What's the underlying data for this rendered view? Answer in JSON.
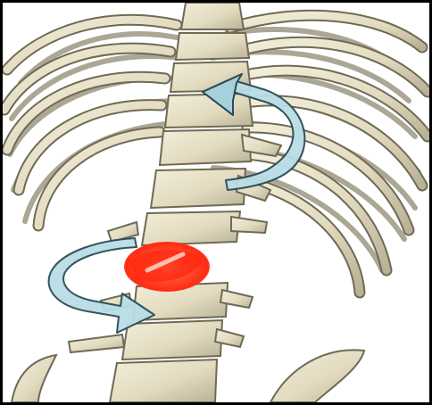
{
  "illustration": {
    "subject": "spine-rotation-rib-cage-3d",
    "bone_color": "#e6e0c8",
    "bone_shadow_color": "#8f8a72",
    "bone_outline_color": "#6f6a55",
    "background_color": "#ffffff",
    "frame_color": "#000000",
    "arrow_fill_color": "#b9dde6",
    "arrow_stroke_color": "#2b4a55",
    "highlight_color": "#ff2a12",
    "arrows": [
      {
        "icon": "counterclockwise-rotation-arrow-icon",
        "position": "upper"
      },
      {
        "icon": "clockwise-rotation-arrow-icon",
        "position": "lower"
      }
    ],
    "highlighted_region": "injured-intervertebral-disc"
  }
}
